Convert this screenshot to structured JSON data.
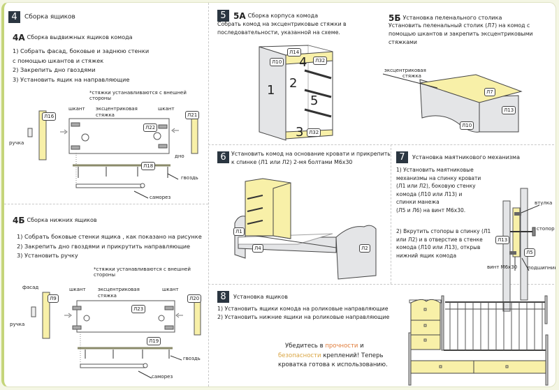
{
  "colors": {
    "accent_green": "#c5d57a",
    "badge": "#2b3641",
    "part_yellow": "#f8f0a8",
    "part_gray": "#e4e5e7",
    "highlight_strength": "#e07b39",
    "highlight_safety": "#d9a441"
  },
  "s4": {
    "badge": "4",
    "title": "Сборка ящиков",
    "a": {
      "sub": "4А",
      "title": "Сборка выдвижных ящиков комода",
      "steps": [
        "1) Собрать фасад, боковые и заднюю стенки",
        "с помощью шкантов и стяжек",
        "2) Закрепить дно гвоздями",
        "3) Установить ящик на направляющие"
      ],
      "note": "*стяжки устанавливаются с внешней стороны",
      "labels": {
        "handle": "ручка",
        "dowel_left": "шкант",
        "cam": "эксцентриковая",
        "cam2": "стяжка",
        "dowel_right": "шкант",
        "bottom": "дно",
        "nail": "гвоздь",
        "screw": "саморез"
      },
      "parts": {
        "front": "Л16",
        "back": "Л21",
        "side": "Л22",
        "bottom": "Л18"
      }
    },
    "b": {
      "sub": "4Б",
      "title": "Сборка нижних ящиков",
      "steps": [
        "1) Собрать боковые стенки ящика , как показано на рисунке",
        "2) Закрепить дно гвоздями и прикрутить направляющие",
        "3) Установить ручку"
      ],
      "note": "*стяжки устанавливаются с внешней стороны",
      "labels": {
        "facade": "фасад",
        "handle": "ручка",
        "dowel_left": "шкант",
        "cam": "эксцентриковая",
        "cam2": "стяжка",
        "dowel_right": "шкант",
        "nail": "гвоздь",
        "screw": "саморез"
      },
      "parts": {
        "front": "Л9",
        "back": "Л20",
        "side": "Л23",
        "bottom": "Л19"
      }
    }
  },
  "s5": {
    "badge": "5",
    "a": {
      "sub": "5А",
      "title": "Сборка корпуса комода",
      "text": [
        "Собрать комод на эксцентриковые  стяжки  в",
        "последовательности, указанной на схеме."
      ],
      "parts": {
        "top": "Л14",
        "left": "Л10",
        "front_top": "Л32",
        "bottom": "Л32"
      },
      "steps": [
        "1",
        "2",
        "3",
        "4",
        "5"
      ]
    },
    "b": {
      "sub": "5Б",
      "title": "Установка пеленального столика",
      "text": [
        "Установить пеленальный столик (Л7) на  комод с",
        "помощью шкантов и закрепить эксцентриковыми",
        "стяжками"
      ],
      "labels": {
        "cam": "эксцентриковая",
        "cam2": "стяжка"
      },
      "parts": {
        "table": "Л7",
        "side_right": "Л13",
        "side_left": "Л10"
      }
    }
  },
  "s6": {
    "badge": "6",
    "text": [
      "Установить комод на основание кровати и прикрепить",
      "к спинке (Л1 или Л2) 2-мя  болтами М6х30"
    ],
    "parts": {
      "head": "Л1",
      "rail": "Л4",
      "foot": "Л2"
    }
  },
  "s7": {
    "badge": "7",
    "title": "Установка маятникового механизма",
    "step1": [
      "1) Установить маятниковые",
      "механизмы на спинку кровати",
      "(Л1 или Л2), боковую стенку",
      "комода (Л10 или Л13) и",
      "спинки манежа",
      "(Л5 и Л6) на винт М6х30."
    ],
    "step2": [
      "2) Вкрутить стопоры в спинку (Л1",
      "или Л2) и в отверстие в стенке",
      "комода (Л10 или Л13), открыв",
      "нижний ящик комода"
    ],
    "labels": {
      "bushing": "втулка",
      "stopper": "стопор",
      "screw": "винт М6х30",
      "bearing": "подшипник"
    },
    "parts": {
      "left": "Л13",
      "right": "Л5"
    }
  },
  "s8": {
    "badge": "8",
    "title": "Установка ящиков",
    "steps": [
      "1) Установить ящики комода на роликовые направляющие",
      "2) Установить нижние ящики на роликовые направляющие"
    ],
    "final": {
      "p1": "Убедитесь в ",
      "strength": "прочности",
      "p2": " и",
      "safety": "безопасности",
      "p3": "  креплений! Теперь",
      "p4": "кроватка готова к использованию."
    }
  }
}
